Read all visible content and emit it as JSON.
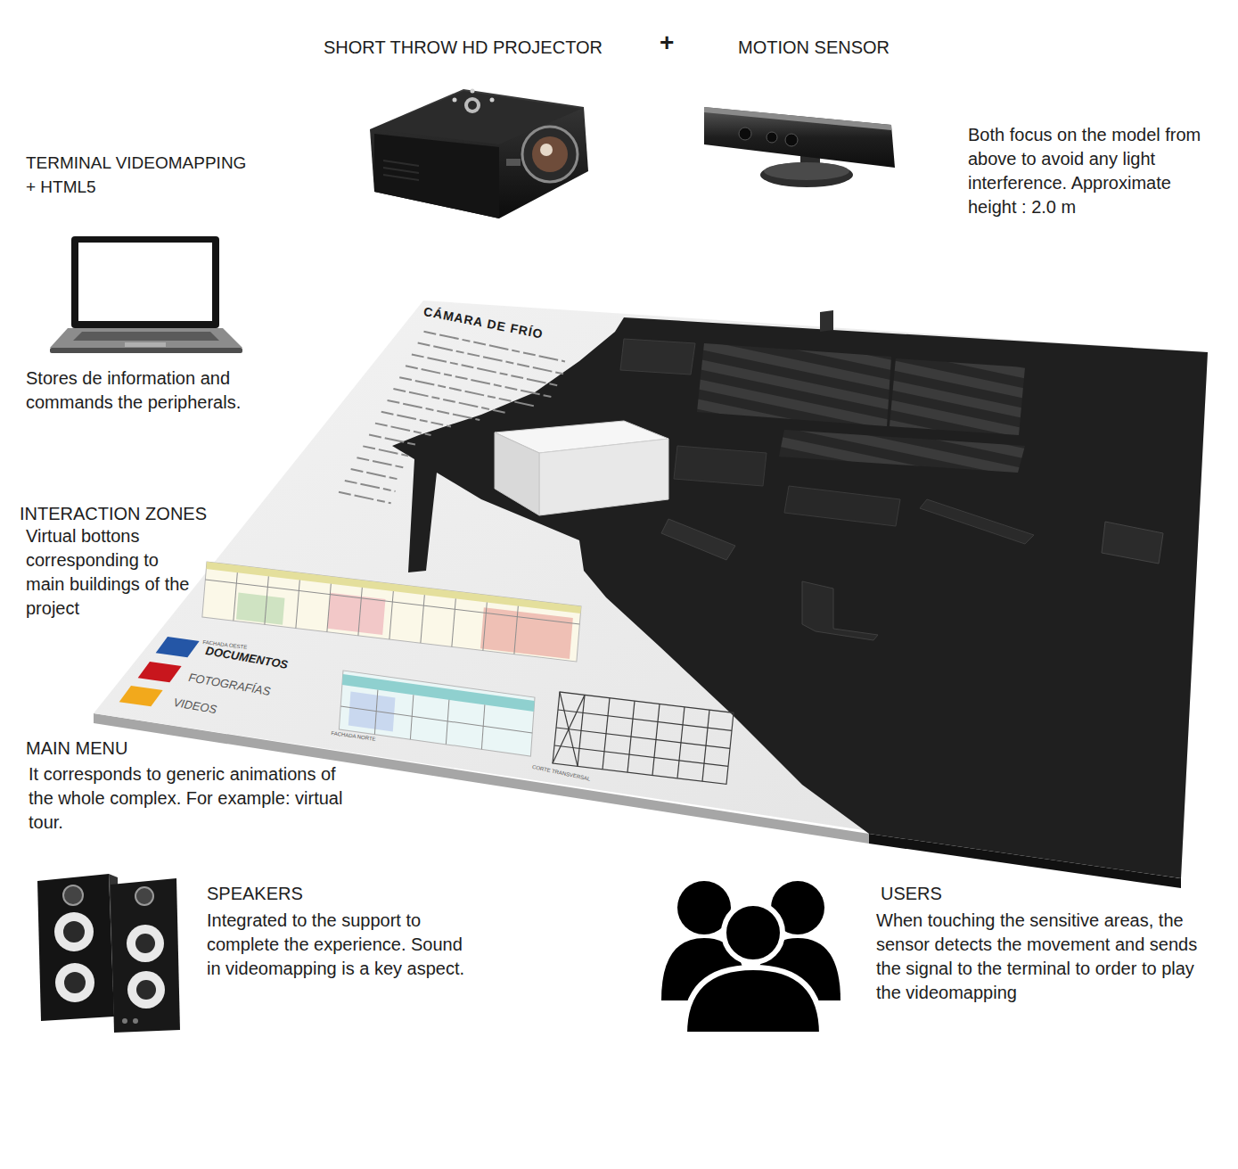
{
  "diagram": {
    "labels": [
      "SHORT THROW HD PROJECTOR",
      "+",
      "MOTION SENSOR",
      "Both focus on the model from above to avoid any light interference. Approximate height : 2.0 m",
      "TERMINAL VIDEOMAPPING + HTML5",
      "Stores de information and commands the peripherals.",
      "INTERACTION ZONES",
      "Virtual bottons corresponding to main buildings of the project",
      "CÁMARA DE FRÍO",
      "FACHADA OESTE",
      "FACHADA NORTE",
      "CORTE TRANSVERSAL",
      "MAIN MENU",
      "It corresponds to generic animations of the whole complex. For example: virtual tour.",
      "SPEAKERS",
      "Integrated to the support to complete the experience. Sound in videomapping is a key aspect.",
      "USERS",
      "When touching the sensitive areas, the sensor detects the movement and sends the signal to the terminal to order to play the videomapping"
    ],
    "legend": [
      {
        "text": "DOCUMENTOS",
        "color": "#2456a6"
      },
      {
        "text": "FOTOGRAFÍAS",
        "color": "#c8161d"
      },
      {
        "text": "VIDEOS",
        "color": "#f2a91c"
      }
    ]
  }
}
